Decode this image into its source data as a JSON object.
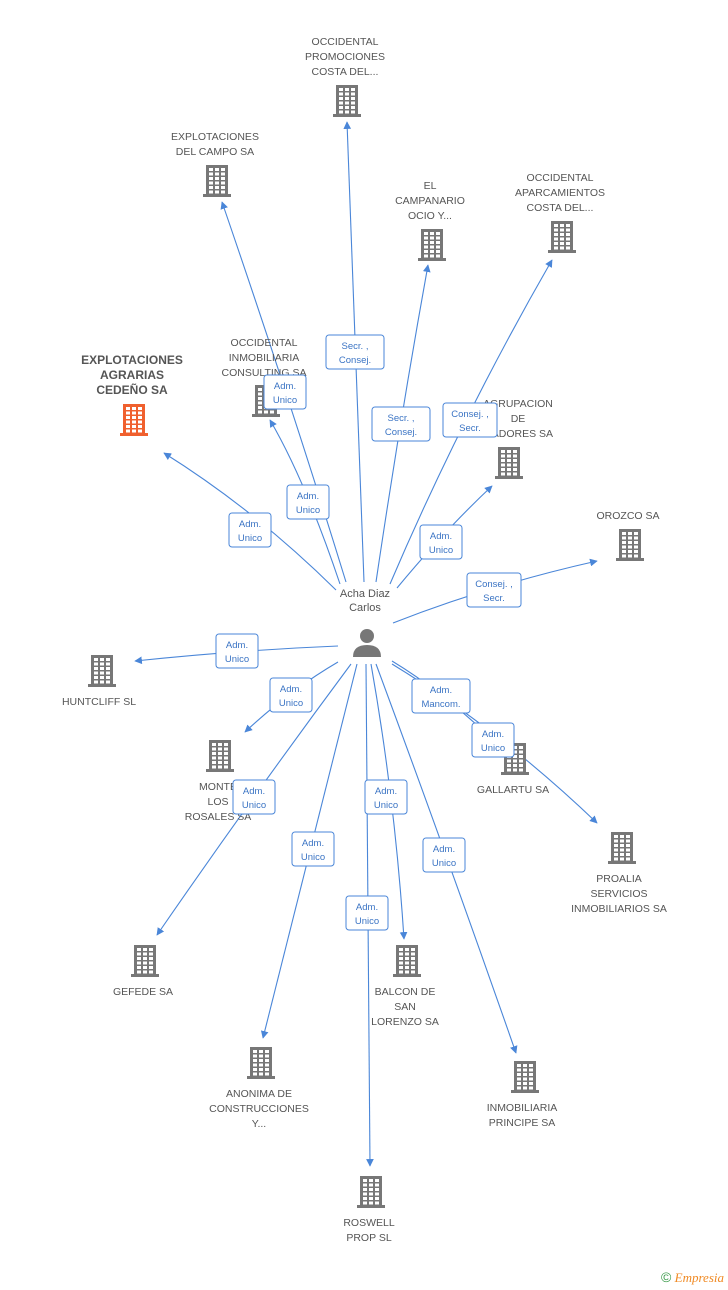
{
  "center": {
    "name_lines": [
      "Acha Diaz",
      "Carlos"
    ]
  },
  "nodes": [
    {
      "id": "explotaciones_cedeno",
      "lines": [
        "EXPLOTACIONES",
        "AGRARIAS",
        "CEDEÑO SA"
      ],
      "focus": true
    },
    {
      "id": "occ_promociones",
      "lines": [
        "OCCIDENTAL",
        "PROMOCIONES",
        "COSTA DEL..."
      ]
    },
    {
      "id": "expl_campo",
      "lines": [
        "EXPLOTACIONES",
        "DEL CAMPO SA"
      ]
    },
    {
      "id": "campanario",
      "lines": [
        "EL",
        "CAMPANARIO",
        "OCIO Y..."
      ]
    },
    {
      "id": "occ_aparcamientos",
      "lines": [
        "OCCIDENTAL",
        "APARCAMIENTOS",
        "COSTA DEL..."
      ]
    },
    {
      "id": "occ_inmobiliaria",
      "lines": [
        "OCCIDENTAL",
        "INMOBILIARIA",
        "CONSULTING SA"
      ]
    },
    {
      "id": "agrupacion",
      "lines": [
        "AGRUPACION",
        "DE",
        "...ADORES SA"
      ]
    },
    {
      "id": "orozco",
      "lines": [
        "OROZCO SA"
      ]
    },
    {
      "id": "huntcliff",
      "lines": [
        "HUNTCLIFF SL"
      ]
    },
    {
      "id": "monte_rosales",
      "lines": [
        "MONTE",
        "LOS",
        "ROSALES SA"
      ]
    },
    {
      "id": "gallartu",
      "lines": [
        "GALLARTU SA"
      ]
    },
    {
      "id": "proalia",
      "lines": [
        "PROALIA",
        "SERVICIOS",
        "INMOBILIARIOS SA"
      ]
    },
    {
      "id": "gefede",
      "lines": [
        "GEFEDE SA"
      ]
    },
    {
      "id": "balcon",
      "lines": [
        "BALCON DE",
        "SAN",
        "LORENZO SA"
      ]
    },
    {
      "id": "anonima",
      "lines": [
        "ANONIMA DE",
        "CONSTRUCCIONES",
        "Y..."
      ]
    },
    {
      "id": "inmob_principe",
      "lines": [
        "INMOBILIARIA",
        "PRINCIPE SA"
      ]
    },
    {
      "id": "roswell",
      "lines": [
        "ROSWELL",
        "PROP SL"
      ]
    }
  ],
  "edges": [
    {
      "target": "explotaciones_cedeno",
      "label": [
        "Adm.",
        "Unico"
      ]
    },
    {
      "target": "occ_promociones",
      "label": [
        "Secr. ,",
        "Consej."
      ]
    },
    {
      "target": "expl_campo",
      "label": [
        "Adm.",
        "Unico"
      ]
    },
    {
      "target": "campanario",
      "label": [
        "Secr. ,",
        "Consej."
      ]
    },
    {
      "target": "occ_aparcamientos",
      "label": [
        "Consej. ,",
        "Secr."
      ]
    },
    {
      "target": "occ_inmobiliaria",
      "label": [
        "Adm.",
        "Unico"
      ]
    },
    {
      "target": "agrupacion",
      "label": [
        "Adm.",
        "Unico"
      ]
    },
    {
      "target": "orozco",
      "label": [
        "Consej. ,",
        "Secr."
      ]
    },
    {
      "target": "huntcliff",
      "label": [
        "Adm.",
        "Unico"
      ]
    },
    {
      "target": "monte_rosales",
      "label": [
        "Adm.",
        "Unico"
      ]
    },
    {
      "target": "gallartu",
      "label": [
        "Adm.",
        "Mancom."
      ]
    },
    {
      "target": "proalia",
      "label": [
        "Adm.",
        "Unico"
      ]
    },
    {
      "target": "gefede",
      "label": [
        "Adm.",
        "Unico"
      ]
    },
    {
      "target": "balcon",
      "label": [
        "Adm.",
        "Unico"
      ]
    },
    {
      "target": "anonima",
      "label": [
        "Adm.",
        "Unico"
      ]
    },
    {
      "target": "inmob_principe",
      "label": [
        "Adm.",
        "Unico"
      ]
    },
    {
      "target": "roswell",
      "label": [
        "Adm.",
        "Unico"
      ]
    }
  ],
  "colors": {
    "edge": "#4a86d8",
    "building": "#777777",
    "focus_building": "#f0602e",
    "text": "#555555"
  },
  "footer": {
    "copyright": "©",
    "brand": "Empresia"
  }
}
